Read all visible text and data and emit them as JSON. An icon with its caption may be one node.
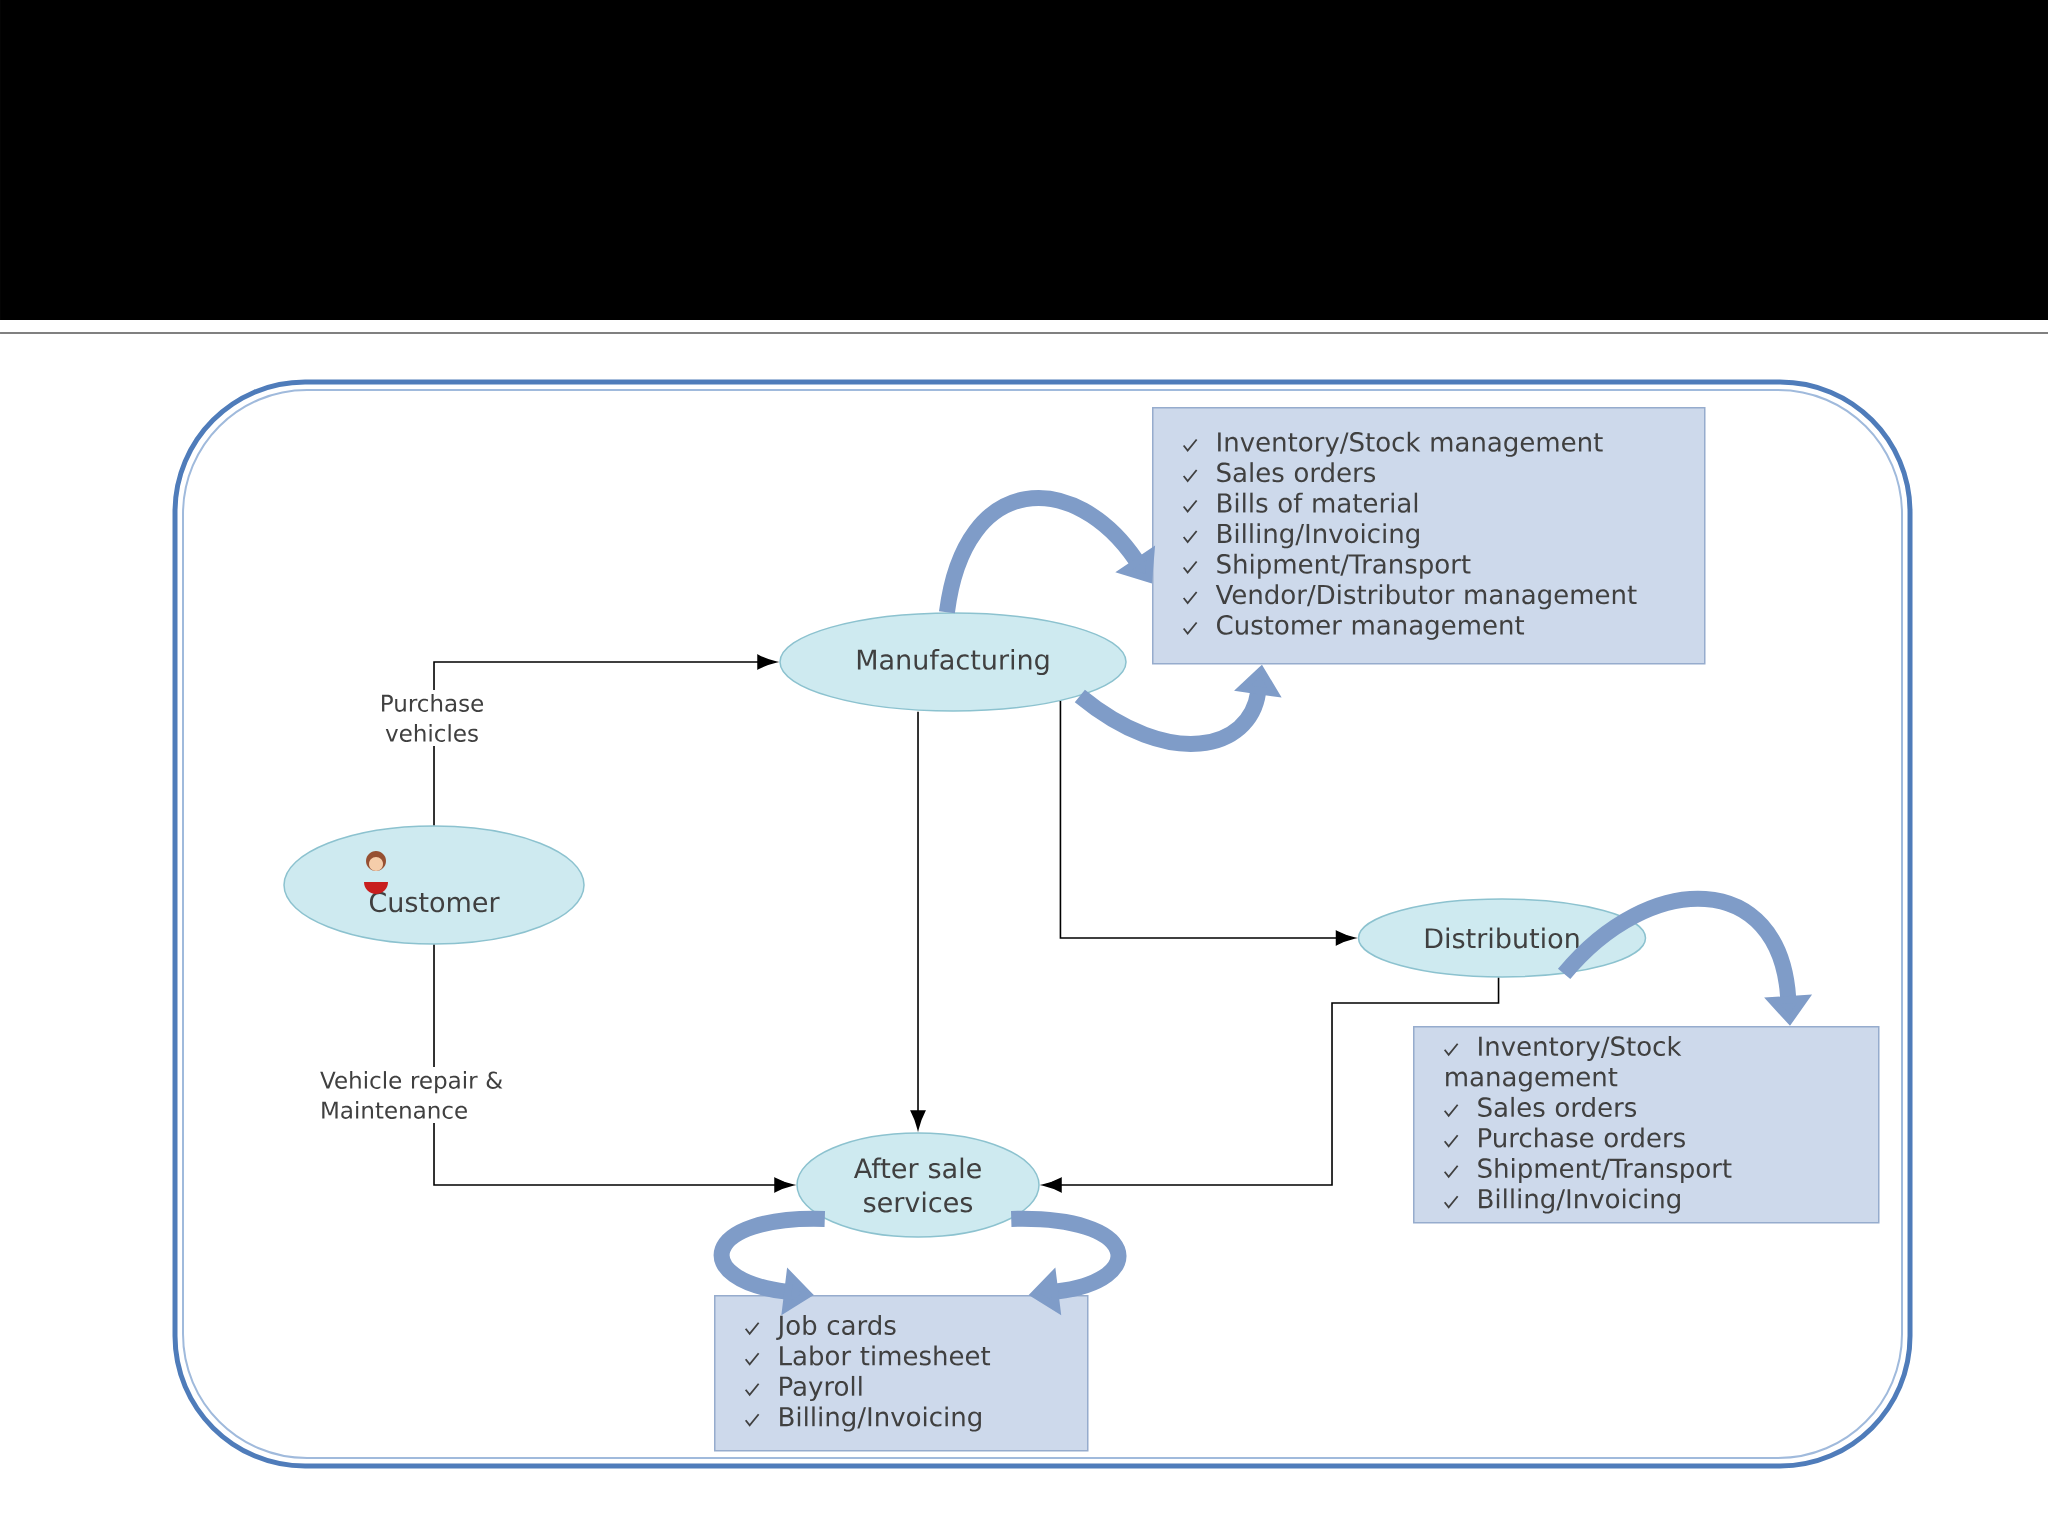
{
  "diagram": {
    "nodes": [
      {
        "text": [
          "Inventory/Stock management",
          "Sales orders",
          "Bills of material",
          "Billing/Invoicing",
          "Shipment/Transport",
          "Vendor/Distributor management",
          "Customer management"
        ]
      },
      {
        "text": [
          "Manufacturing"
        ]
      },
      {
        "text": [
          "Customer"
        ]
      },
      {
        "text": [
          "Distribution"
        ]
      },
      {
        "text": [
          "Inventory/Stock management",
          "Sales orders",
          "Purchase orders",
          "Shipment/Transport",
          "Billing/Invoicing"
        ]
      },
      {
        "text": [
          "After sale services"
        ]
      },
      {
        "text": [
          "Job cards",
          "Labor timesheet",
          "Payroll",
          "Billing/Invoicing"
        ]
      }
    ],
    "edges": [
      {
        "from": 2,
        "to": 1,
        "arrow": "to",
        "label": "Purchase vehicles"
      },
      {
        "from": 2,
        "to": 5,
        "arrow": "to",
        "label": "Vehicle repair & Maintenance"
      },
      {
        "from": 1,
        "to": 5,
        "arrow": "to"
      },
      {
        "from": 1,
        "to": 3,
        "arrow": "to"
      },
      {
        "from": 3,
        "to": 5,
        "arrow": "to"
      },
      {
        "from": 1,
        "to": 0,
        "arrow": "to",
        "style": "thick",
        "color": "#7f9cc8"
      },
      {
        "from": 1,
        "to": 0,
        "arrow": "to",
        "style": "thick",
        "color": "#7f9cc8"
      },
      {
        "from": 3,
        "to": 4,
        "arrow": "to",
        "style": "thick",
        "color": "#7f9cc8"
      },
      {
        "from": 5,
        "to": 6,
        "arrow": "to",
        "style": "thick",
        "color": "#7f9cc8"
      },
      {
        "from": 5,
        "to": 6,
        "arrow": "to",
        "style": "thick",
        "color": "#7f9cc8"
      }
    ]
  }
}
